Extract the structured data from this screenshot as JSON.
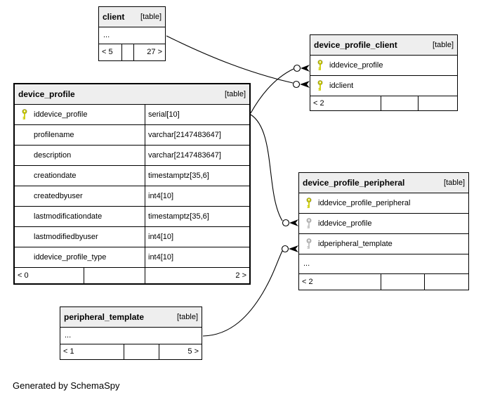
{
  "note": "Generated by SchemaSpy",
  "colors": {
    "pk_key": "#cccc00",
    "fk_key": "#c0c0c0",
    "header_bg": "#eeeeee",
    "edge": "#000000"
  },
  "tables": {
    "client": {
      "title": "client",
      "badge": "[table]",
      "rows": [
        {
          "name": "..."
        }
      ],
      "stats": [
        "< 5",
        "",
        "27 >"
      ]
    },
    "device_profile_client": {
      "title": "device_profile_client",
      "badge": "[table]",
      "rows": [
        {
          "name": "iddevice_profile"
        },
        {
          "name": "idclient"
        }
      ],
      "stats": [
        "< 2",
        "",
        ""
      ]
    },
    "device_profile": {
      "title": "device_profile",
      "badge": "[table]",
      "rows": [
        {
          "name": "iddevice_profile",
          "type": "serial[10]"
        },
        {
          "name": "profilename",
          "type": "varchar[2147483647]"
        },
        {
          "name": "description",
          "type": "varchar[2147483647]"
        },
        {
          "name": "creationdate",
          "type": "timestamptz[35,6]"
        },
        {
          "name": "createdbyuser",
          "type": "int4[10]"
        },
        {
          "name": "lastmodificationdate",
          "type": "timestamptz[35,6]"
        },
        {
          "name": "lastmodifiedbyuser",
          "type": "int4[10]"
        },
        {
          "name": "iddevice_profile_type",
          "type": "int4[10]"
        }
      ],
      "stats": [
        "< 0",
        "",
        "2 >"
      ]
    },
    "device_profile_peripheral": {
      "title": "device_profile_peripheral",
      "badge": "[table]",
      "rows": [
        {
          "name": "iddevice_profile_peripheral"
        },
        {
          "name": "iddevice_profile"
        },
        {
          "name": "idperipheral_template"
        },
        {
          "name": "..."
        }
      ],
      "stats": [
        "< 2",
        "",
        ""
      ]
    },
    "peripheral_template": {
      "title": "peripheral_template",
      "badge": "[table]",
      "rows": [
        {
          "name": "..."
        }
      ],
      "stats": [
        "< 1",
        "",
        "5 >"
      ]
    }
  }
}
